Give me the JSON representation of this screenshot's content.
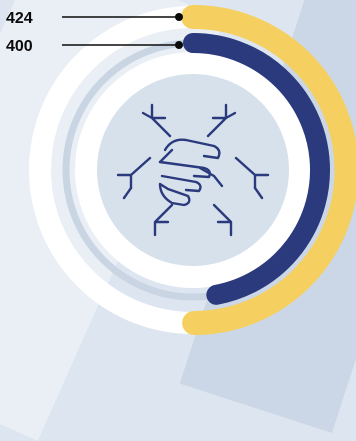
{
  "chart_data": {
    "type": "radial-bar",
    "series": [
      {
        "value": 424,
        "color": "#f5d060"
      },
      {
        "value": 400,
        "color": "#2a3a7c"
      }
    ],
    "scale_max": 850,
    "start_angle_deg": 0,
    "direction": "clockwise"
  },
  "colors": {
    "outer_ring": "#ffffff",
    "inner_ring_track": "#c9d5e3",
    "center_disc": "#d7e1ec",
    "icon_stroke": "#2a3a7c",
    "leader_line": "#0a0a0a"
  },
  "center_icon": "teamwork-hands-icon"
}
